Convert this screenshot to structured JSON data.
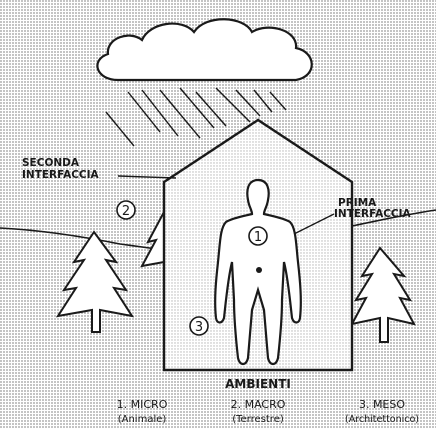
{
  "labels": {
    "second_interface": [
      "SECONDA",
      "INTERFACCIA"
    ],
    "first_interface": [
      "PRIMA",
      "INTERFACCIA"
    ],
    "zone_1": "1",
    "zone_2": "2",
    "zone_3": "3",
    "ambienti_title": "AMBIENTI",
    "micro": "1. MICRO",
    "micro_sub": "(Animale)",
    "macro": "2. MACRO",
    "macro_sub": "(Terrestre)",
    "meso": "3. MESO",
    "meso_sub": "(Architettonico)"
  },
  "colors": {
    "paper": "#ffffff",
    "ink": "#1a1a1a",
    "stipple": "#b8b8b8",
    "stipple_house": "#cfcfcf"
  }
}
